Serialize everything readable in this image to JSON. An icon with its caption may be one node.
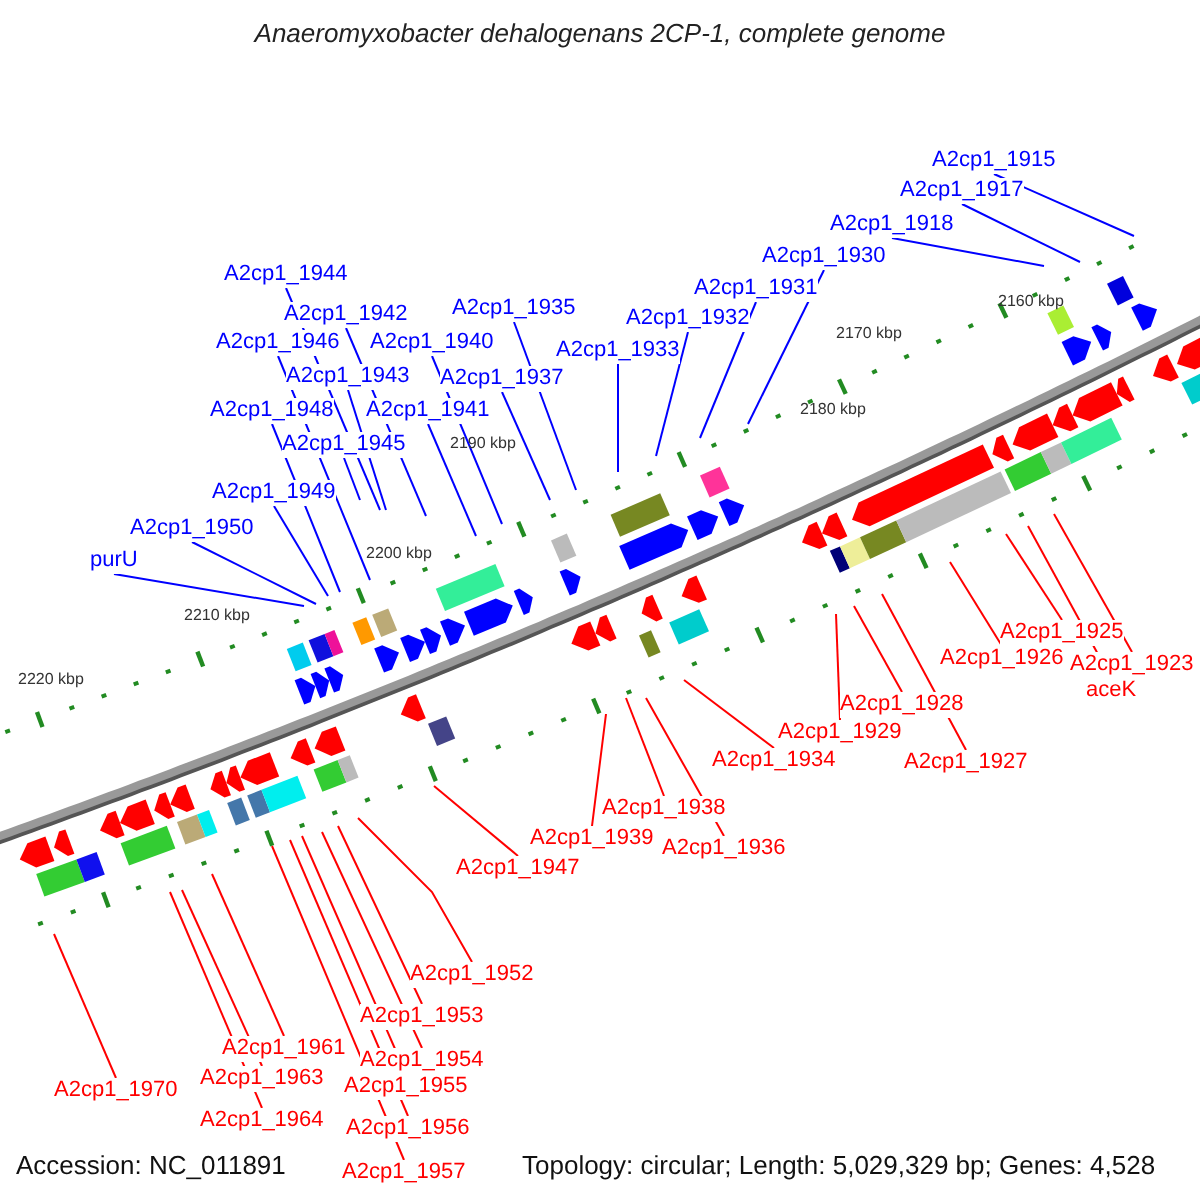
{
  "diagram": {
    "title": "Anaeromyxobacter dehalogenans 2CP-1, complete genome",
    "nodes": [
      {
        "text": [
          "A2cp1_1915"
        ]
      },
      {
        "text": [
          "A2cp1_1917"
        ]
      },
      {
        "text": [
          "A2cp1_1918"
        ]
      },
      {
        "text": [
          "A2cp1_1930"
        ]
      },
      {
        "text": [
          "A2cp1_1944"
        ]
      },
      {
        "text": [
          "A2cp1_1931"
        ]
      },
      {
        "text": [
          "A2cp1_1935"
        ]
      },
      {
        "text": [
          "A2cp1_1942"
        ]
      },
      {
        "text": [
          "A2cp1_1932"
        ]
      },
      {
        "text": [
          "A2cp1_1940"
        ]
      },
      {
        "text": [
          "A2cp1_1946"
        ]
      },
      {
        "text": [
          "A2cp1_1933"
        ]
      },
      {
        "text": [
          "A2cp1_1943"
        ]
      },
      {
        "text": [
          "A2cp1_1937"
        ]
      },
      {
        "text": [
          "A2cp1_1948"
        ]
      },
      {
        "text": [
          "A2cp1_1941"
        ]
      },
      {
        "text": [
          "A2cp1_1945"
        ]
      },
      {
        "text": [
          "A2cp1_1949"
        ]
      },
      {
        "text": [
          "A2cp1_1950"
        ]
      },
      {
        "text": [
          "purU"
        ]
      },
      {
        "text": [
          "A2cp1_1925"
        ]
      },
      {
        "text": [
          "A2cp1_1926"
        ]
      },
      {
        "text": [
          "A2cp1_1923"
        ]
      },
      {
        "text": [
          "aceK"
        ]
      },
      {
        "text": [
          "A2cp1_1928"
        ]
      },
      {
        "text": [
          "A2cp1_1929"
        ]
      },
      {
        "text": [
          "A2cp1_1934"
        ]
      },
      {
        "text": [
          "A2cp1_1927"
        ]
      },
      {
        "text": [
          "A2cp1_1938"
        ]
      },
      {
        "text": [
          "A2cp1_1939"
        ]
      },
      {
        "text": [
          "A2cp1_1936"
        ]
      },
      {
        "text": [
          "A2cp1_1947"
        ]
      },
      {
        "text": [
          "A2cp1_1952"
        ]
      },
      {
        "text": [
          "A2cp1_1953"
        ]
      },
      {
        "text": [
          "A2cp1_1961"
        ]
      },
      {
        "text": [
          "A2cp1_1954"
        ]
      },
      {
        "text": [
          "A2cp1_1963"
        ]
      },
      {
        "text": [
          "A2cp1_1955"
        ]
      },
      {
        "text": [
          "A2cp1_1970"
        ]
      },
      {
        "text": [
          "A2cp1_1964"
        ]
      },
      {
        "text": [
          "A2cp1_1956"
        ]
      },
      {
        "text": [
          "A2cp1_1957"
        ]
      }
    ],
    "edges": [
      {
        "from": 0,
        "to": null,
        "arrow": "none",
        "color": "#0000ff"
      },
      {
        "from": 1,
        "to": null,
        "arrow": "none",
        "color": "#0000ff"
      },
      {
        "from": 2,
        "to": null,
        "arrow": "none",
        "color": "#0000ff"
      },
      {
        "from": 3,
        "to": null,
        "arrow": "none",
        "color": "#0000ff"
      },
      {
        "from": 4,
        "to": null,
        "arrow": "none",
        "color": "#0000ff"
      },
      {
        "from": 5,
        "to": null,
        "arrow": "none",
        "color": "#0000ff"
      },
      {
        "from": 6,
        "to": null,
        "arrow": "none",
        "color": "#0000ff"
      },
      {
        "from": 7,
        "to": null,
        "arrow": "none",
        "color": "#0000ff"
      },
      {
        "from": 8,
        "to": null,
        "arrow": "none",
        "color": "#0000ff"
      },
      {
        "from": 9,
        "to": null,
        "arrow": "none",
        "color": "#0000ff"
      },
      {
        "from": 10,
        "to": null,
        "arrow": "none",
        "color": "#0000ff"
      },
      {
        "from": 11,
        "to": null,
        "arrow": "none",
        "color": "#0000ff"
      },
      {
        "from": 12,
        "to": null,
        "arrow": "none",
        "color": "#0000ff"
      },
      {
        "from": 13,
        "to": null,
        "arrow": "none",
        "color": "#0000ff"
      },
      {
        "from": 14,
        "to": null,
        "arrow": "none",
        "color": "#0000ff"
      },
      {
        "from": 15,
        "to": null,
        "arrow": "none",
        "color": "#0000ff"
      },
      {
        "from": 16,
        "to": null,
        "arrow": "none",
        "color": "#0000ff"
      },
      {
        "from": 17,
        "to": null,
        "arrow": "none",
        "color": "#0000ff"
      },
      {
        "from": 18,
        "to": null,
        "arrow": "none",
        "color": "#0000ff"
      },
      {
        "from": 19,
        "to": null,
        "arrow": "none",
        "color": "#0000ff"
      },
      {
        "from": 20,
        "to": null,
        "arrow": "none"
      },
      {
        "from": 21,
        "to": null,
        "arrow": "none"
      },
      {
        "from": 22,
        "to": null,
        "arrow": "none"
      },
      {
        "from": 23,
        "to": null,
        "arrow": "none"
      },
      {
        "from": 24,
        "to": null,
        "arrow": "none"
      },
      {
        "from": 25,
        "to": null,
        "arrow": "none"
      },
      {
        "from": 26,
        "to": null,
        "arrow": "none"
      },
      {
        "from": 27,
        "to": null,
        "arrow": "none"
      },
      {
        "from": 28,
        "to": null,
        "arrow": "none"
      },
      {
        "from": 29,
        "to": null,
        "arrow": "none"
      },
      {
        "from": 30,
        "to": null,
        "arrow": "none"
      },
      {
        "from": 31,
        "to": null,
        "arrow": "none"
      },
      {
        "from": 32,
        "to": null,
        "arrow": "none"
      },
      {
        "from": 33,
        "to": null,
        "arrow": "none"
      },
      {
        "from": 34,
        "to": null,
        "arrow": "none"
      },
      {
        "from": 35,
        "to": null,
        "arrow": "none"
      },
      {
        "from": 36,
        "to": null,
        "arrow": "none"
      },
      {
        "from": 37,
        "to": null,
        "arrow": "none"
      },
      {
        "from": 38,
        "to": null,
        "arrow": "none"
      },
      {
        "from": 39,
        "to": null,
        "arrow": "none"
      },
      {
        "from": 40,
        "to": null,
        "arrow": "none"
      },
      {
        "from": 41,
        "to": null,
        "arrow": "none"
      }
    ],
    "labels": [
      "2160 kbp",
      "2170 kbp",
      "2180 kbp",
      "2190 kbp",
      "2200 kbp",
      "2210 kbp",
      "2220 kbp",
      "Accession: NC_011891",
      "Topology: circular; Length: 5,029,329 bp; Genes: 4,528"
    ]
  }
}
